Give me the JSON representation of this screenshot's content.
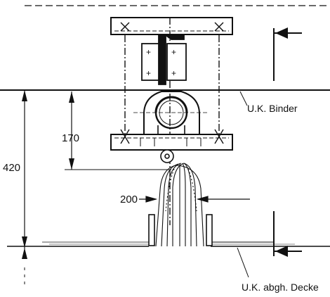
{
  "drawing": {
    "dimensions": {
      "total_height": "420",
      "upper_height": "170",
      "bundle_width": "200"
    },
    "labels": {
      "binder_underside": "U.K. Binder",
      "ceiling_underside": "U.K. abgh. Decke"
    },
    "colors": {
      "ink": "#111111",
      "paper": "#ffffff"
    }
  }
}
